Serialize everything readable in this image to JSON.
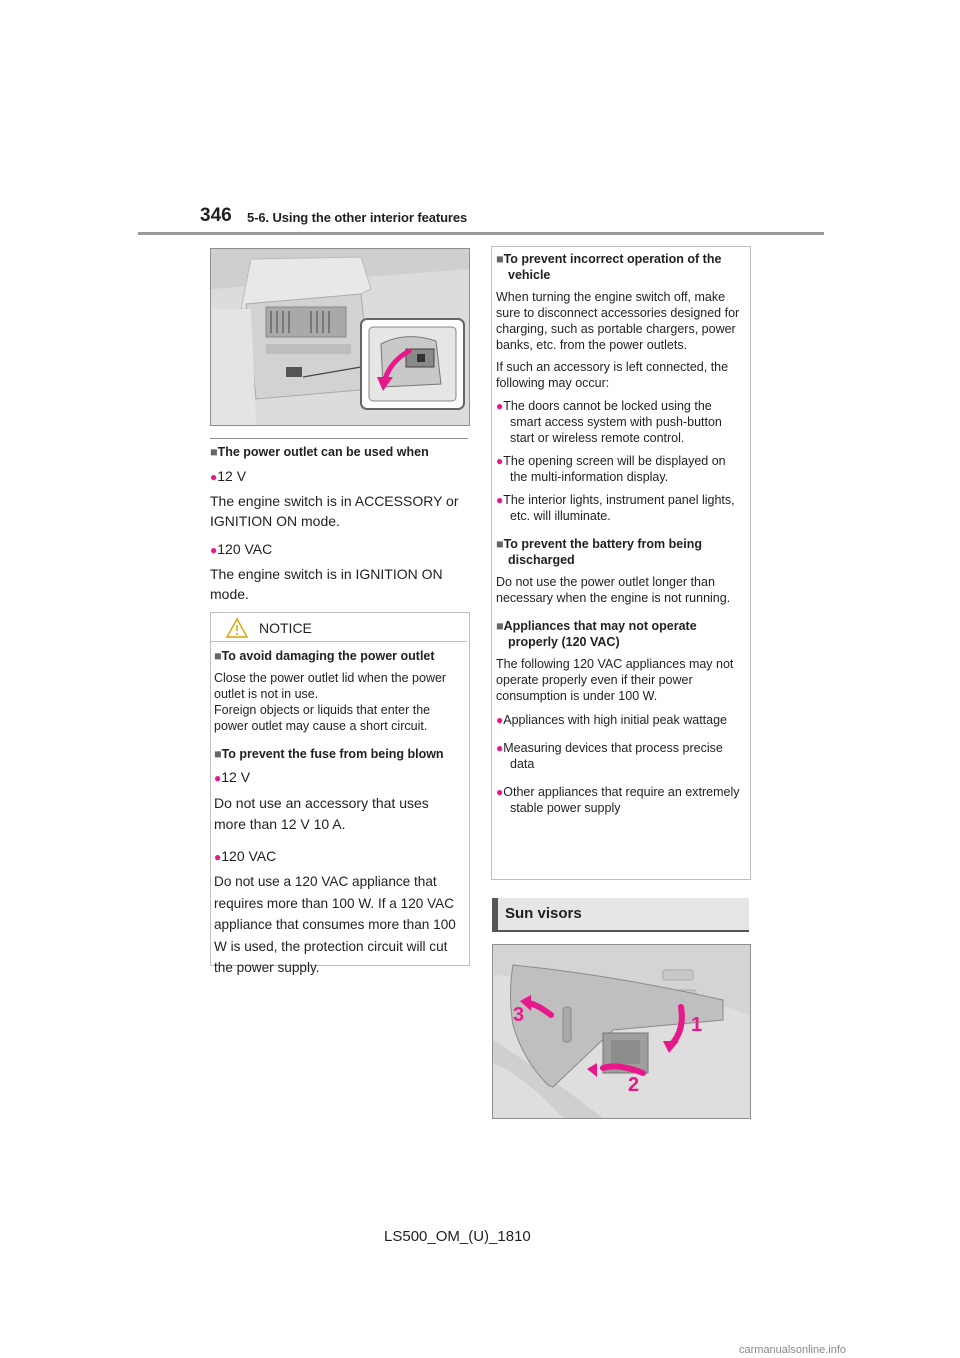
{
  "header": {
    "page_number": "346",
    "section": "5-6. Using the other interior features"
  },
  "left": {
    "h1": "The power outlet can be used when",
    "b1": "12 V",
    "p1": "The engine switch is in ACCESSORY or IGNITION ON mode.",
    "b2": "120 VAC",
    "p2": "The engine switch is in IGNITION ON mode."
  },
  "notice": {
    "label": "NOTICE",
    "h1": "To avoid damaging the power outlet",
    "p1": "Close the power outlet lid when the power outlet is not in use.",
    "p2": "Foreign objects or liquids that enter the power outlet may cause a short circuit.",
    "h2": "To prevent the fuse from being blown",
    "b1": "12 V",
    "p3": "Do not use an accessory that uses more than 12 V 10 A.",
    "b2": "120 VAC",
    "p4": "Do not use a 120 VAC appliance that requires more than 100 W. If a 120 VAC appliance that consumes more than 100 W is used, the protection circuit will cut the power supply."
  },
  "right": {
    "h1": "To prevent incorrect operation of the vehicle",
    "p1": "When turning the engine switch off, make sure to disconnect accessories designed for charging, such as portable chargers, power banks, etc. from the power outlets.",
    "p2": "If such an accessory is left connected, the following may occur:",
    "b1": "The doors cannot be locked using the smart access system with push-button start or wireless remote control.",
    "b2": "The opening screen will be displayed on the multi-information display.",
    "b3": "The interior lights, instrument panel lights, etc. will illuminate.",
    "h2": "To prevent the battery from being discharged",
    "p3": "Do not use the power outlet longer than necessary when the engine is not running.",
    "h3": "Appliances that may not operate properly (120 VAC)",
    "p4": "The following 120 VAC appliances may not operate properly even if their power consumption is under 100 W.",
    "b4": "Appliances with high initial peak wattage",
    "b5": "Measuring devices that process precise data",
    "b6": "Other appliances that require an extremely stable power supply"
  },
  "sun_visors": {
    "title": "Sun visors",
    "step_1": "1",
    "step_2": "2",
    "step_3": "3"
  },
  "footer": {
    "model_code": "LS500_OM_(U)_1810"
  },
  "watermark": "carmanualsonline.info",
  "colors": {
    "accent_pink": "#e8178a",
    "rule_gray": "#9a9a9a"
  }
}
